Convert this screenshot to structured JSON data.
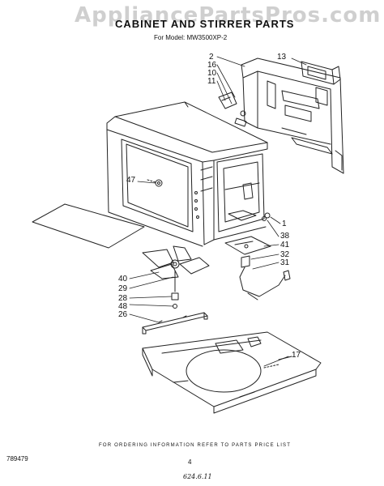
{
  "watermark": "AppliancePartsPros.com",
  "header": {
    "title": "CABINET AND STIRRER PARTS",
    "model_line": "For Model: MW3500XP-2"
  },
  "callouts": {
    "c2": "2",
    "c16": "16",
    "c10": "10",
    "c11": "11",
    "c13": "13",
    "c47": "47",
    "c1": "1",
    "c38": "38",
    "c41": "41",
    "c32": "32",
    "c31": "31",
    "c40": "40",
    "c29": "29",
    "c28": "28",
    "c48": "48",
    "c26": "26",
    "c17": "17"
  },
  "footer": {
    "ordering_note": "FOR ORDERING INFORMATION REFER TO PARTS PRICE LIST",
    "doc_code": "789479",
    "page_number": "4",
    "handwritten": "624.6.11"
  }
}
